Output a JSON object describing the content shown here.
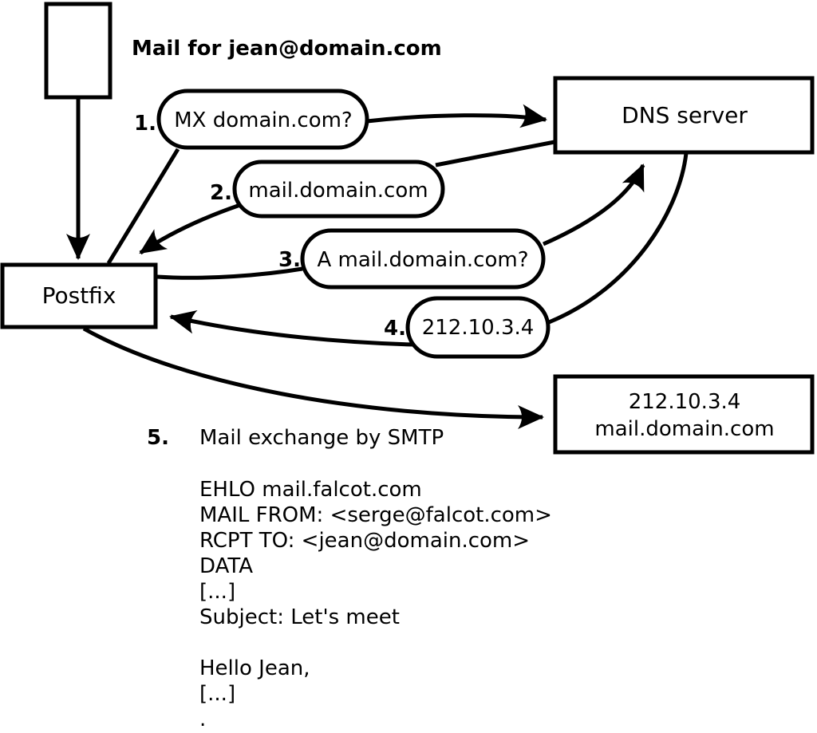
{
  "diagram": {
    "title": "Mail for jean@domain.com",
    "nodes": {
      "postfix": "Postfix",
      "dns_server": "DNS server",
      "mail_server_ip": "212.10.3.4",
      "mail_server_host": "mail.domain.com"
    },
    "steps": [
      {
        "num": "1.",
        "label": "MX domain.com?"
      },
      {
        "num": "2.",
        "label": "mail.domain.com"
      },
      {
        "num": "3.",
        "label": "A mail.domain.com?"
      },
      {
        "num": "4.",
        "label": "212.10.3.4"
      },
      {
        "num": "5.",
        "label": "Mail exchange by SMTP"
      }
    ],
    "smtp_transcript": [
      "EHLO mail.falcot.com",
      "MAIL FROM: <serge@falcot.com>",
      "RCPT TO: <jean@domain.com>",
      "DATA",
      "[...]",
      "Subject: Let's meet",
      "",
      "Hello Jean,",
      "[...]",
      "."
    ],
    "colors": {
      "line": "#000000",
      "background": "#ffffff"
    }
  }
}
